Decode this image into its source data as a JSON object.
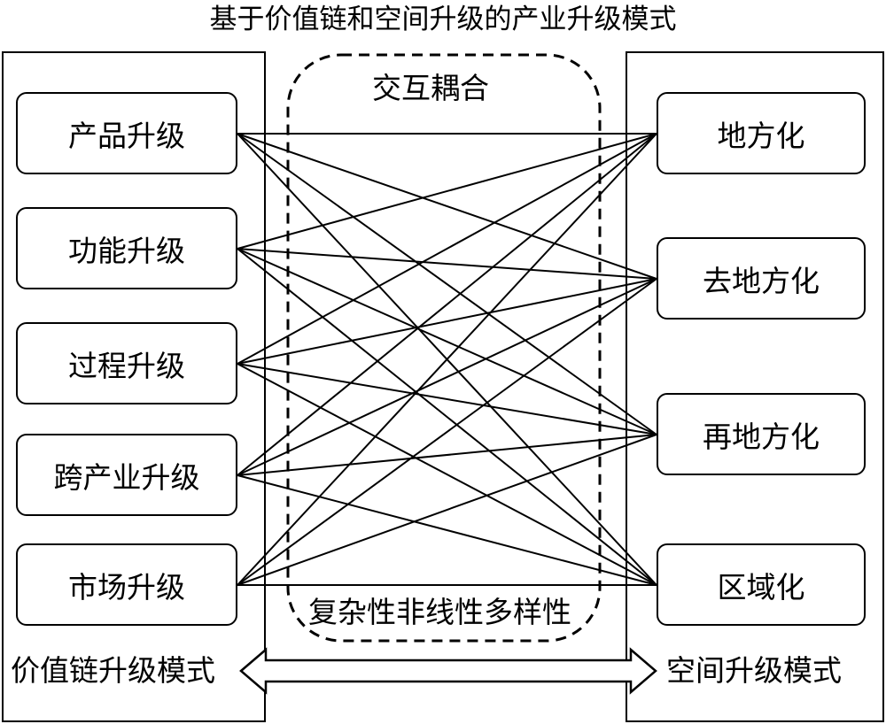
{
  "title": "基于价值链和空间升级的产业升级模式",
  "left_panel": {
    "nodes": [
      "产品升级",
      "功能升级",
      "过程升级",
      "跨产业升级",
      "市场升级"
    ],
    "caption": "价值链升级模式"
  },
  "right_panel": {
    "nodes": [
      "地方化",
      "去地方化",
      "再地方化",
      "区域化"
    ],
    "caption": "空间升级模式"
  },
  "center": {
    "top_label": "交互耦合",
    "bottom_label": "复杂性非线性多样性"
  }
}
